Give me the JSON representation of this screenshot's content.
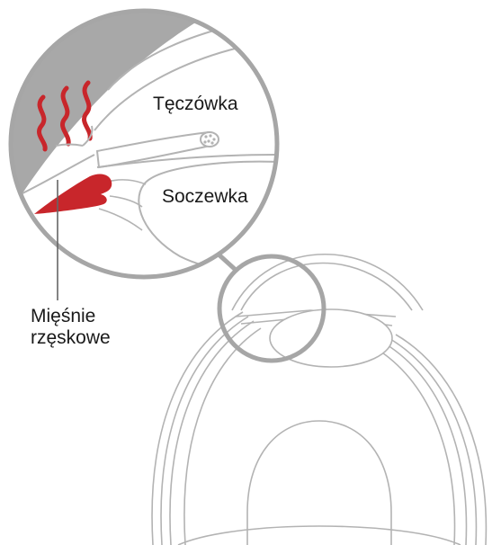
{
  "labels": {
    "iris": "Tęczówka",
    "lens": "Soczewka",
    "ciliary_muscle_line1": "Mięśnie",
    "ciliary_muscle_line2": "rzęskowe"
  },
  "colors": {
    "outline": "#b3b3b3",
    "magnifier_ring": "#a6a6a6",
    "sclera_shade": "#a8a8a8",
    "muscle": "#c8262b",
    "heat_waves": "#c8262b",
    "text": "#1a1a1a"
  }
}
